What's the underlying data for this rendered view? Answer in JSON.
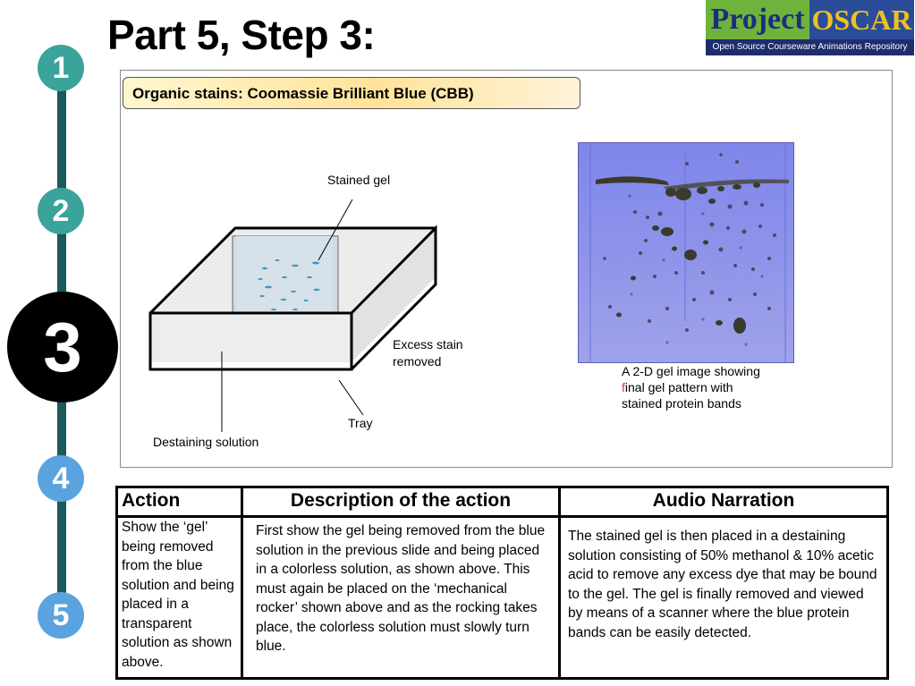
{
  "page": {
    "title": "Part 5, Step 3:"
  },
  "logo": {
    "word1": "Project",
    "word2": "OSCAR",
    "tagline": "Open Source Courseware Animations Repository"
  },
  "steps": [
    "1",
    "2",
    "3",
    "4",
    "5"
  ],
  "panel": {
    "caption": "Organic stains: Coomassie Brilliant Blue (CBB)",
    "labels": {
      "stained_gel": "Stained gel",
      "excess_stain_line1": "Excess stain",
      "excess_stain_line2": "removed",
      "tray": "Tray",
      "destaining_solution": "Destaining solution"
    },
    "gel_caption": {
      "before": "A 2-D gel image showing ",
      "highlight": "f",
      "after": "inal gel pattern with stained protein bands"
    }
  },
  "table": {
    "headers": {
      "action": "Action",
      "description": "Description of the action",
      "audio": "Audio Narration"
    },
    "row": {
      "action": "Show the ‘gel’ being removed from the blue solution and being placed in a transparent solution as shown above.",
      "description": "First show the gel being removed from the blue solution in the previous slide and being placed in a colorless solution, as shown above. This must again be placed on the ‘mechanical rocker’ shown above and as the rocking takes place, the colorless solution must slowly turn blue.",
      "audio": "The stained gel is then placed in a destaining solution consisting of 50% methanol & 10% acetic acid to remove any excess dye that may be bound to the gel. The gel is finally removed and viewed by means of a scanner where the blue protein bands can be easily detected."
    }
  }
}
